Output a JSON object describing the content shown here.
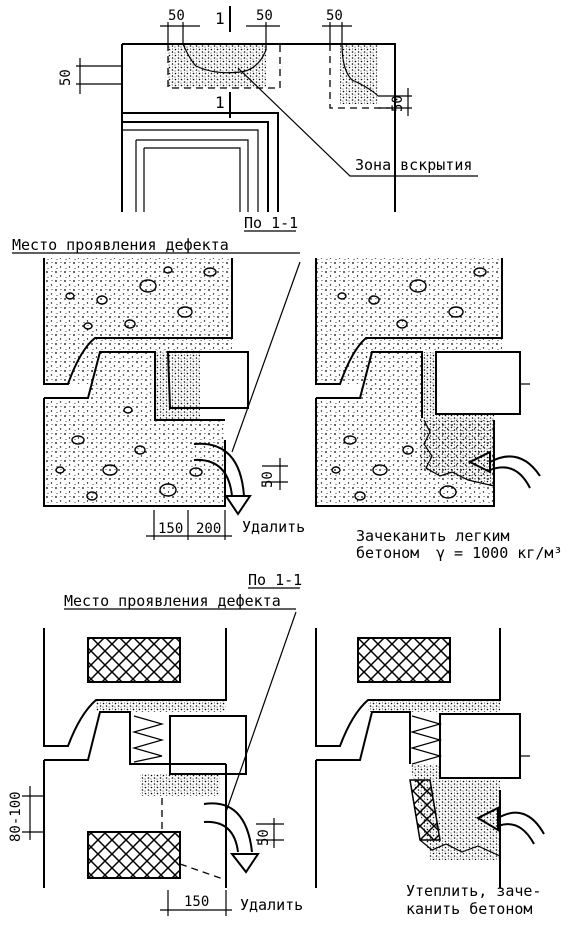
{
  "top_plan": {
    "dims": [
      "50",
      "50",
      "50",
      "50",
      "50"
    ],
    "section_mark": "1",
    "zone_label": "Зона вскрытия"
  },
  "section_a": {
    "caption": "По 1-1",
    "defect_label": "Место проявления дефекта",
    "dim_150": "150",
    "dim_200": "200",
    "dim_50": "50",
    "remove_label": "Удалить",
    "fix_line1": "Зачеканить легким",
    "fix_line2": "бетоном",
    "fix_formula": "γ = 1000 кг/м³"
  },
  "section_b": {
    "caption": "По 1-1",
    "defect_label": "Место проявления дефекта",
    "dim_80_100": "80-100",
    "dim_50": "50",
    "dim_150": "150",
    "remove_label": "Удалить",
    "fix_line1": "Утеплить, заче-",
    "fix_line2": "канить бетоном"
  }
}
